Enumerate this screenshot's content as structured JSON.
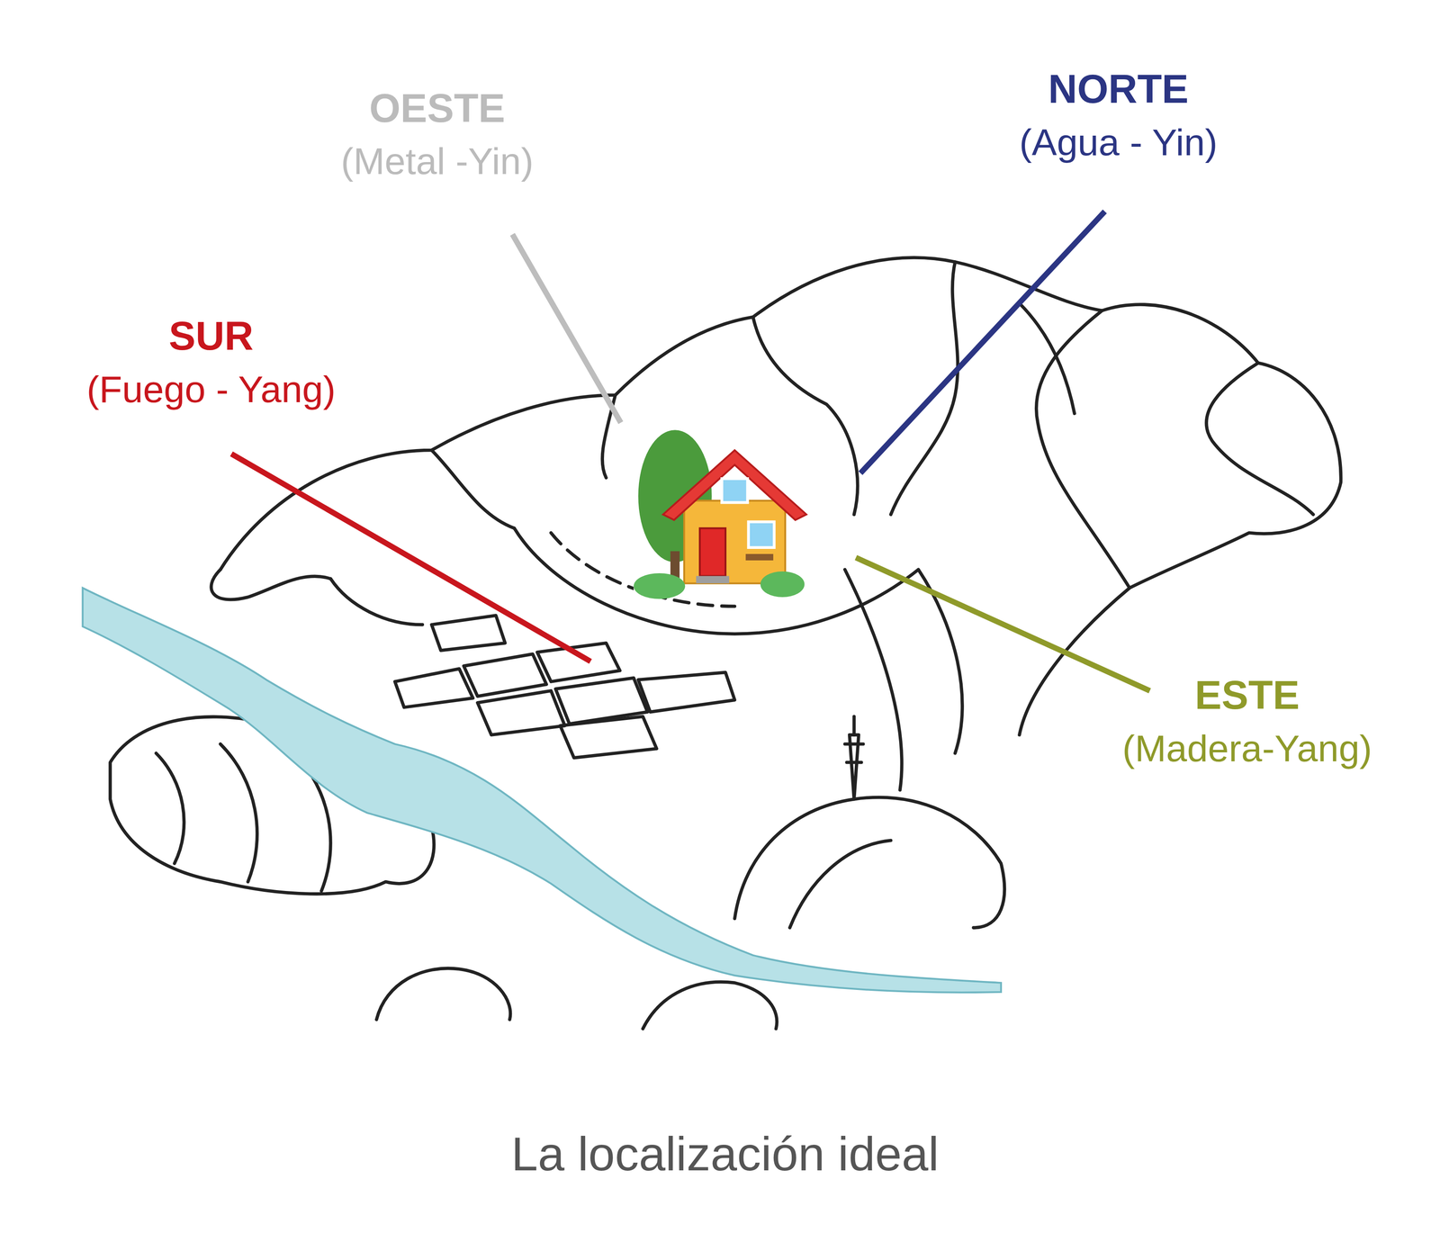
{
  "diagram": {
    "caption": "La localización ideal",
    "labels": [
      "OESTE",
      "(Metal -Yin)",
      "NORTE",
      "(Agua - Yin)",
      "SUR",
      "(Fuego - Yang)",
      "ESTE",
      "(Madera-Yang)"
    ]
  }
}
